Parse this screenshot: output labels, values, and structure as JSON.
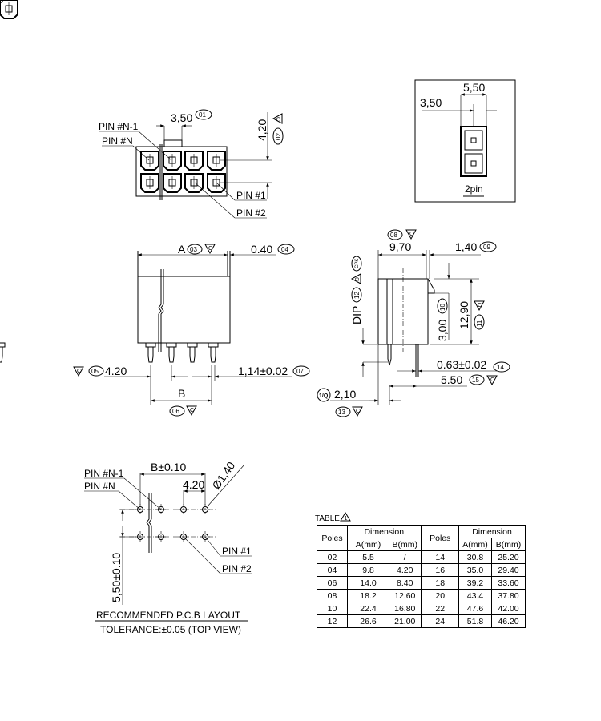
{
  "top_view": {
    "pitch": "3,50",
    "pitch_ref": "01",
    "row_pitch": "4,20",
    "row_pitch_ref": "02",
    "pin_n_minus_1": "PIN #N-1",
    "pin_n": "PIN #N",
    "pin_1": "PIN #1",
    "pin_2": "PIN #2"
  },
  "inset": {
    "width": "5,50",
    "offset": "3,50",
    "label": "2pin"
  },
  "front_view": {
    "a_label": "A",
    "a_ref": "03",
    "gap": "0.40",
    "gap_ref": "04",
    "pitch": "4.20",
    "pitch_ref": "05",
    "pin_width": "1,14±0.02",
    "pin_width_ref": "07",
    "b_label": "B",
    "b_ref": "06"
  },
  "side_view": {
    "depth": "9,70",
    "depth_ref": "08",
    "latch": "1,40",
    "latch_ref": "09",
    "latch_height": "3,00",
    "latch_height_ref": "10",
    "height": "12,90",
    "height_ref": "11",
    "dip": "DIP",
    "dip_ref": "12",
    "cpk": "CPK",
    "pin_sq": "0.63±0.02",
    "pin_sq_ref": "14",
    "pin_offset": "5.50",
    "pin_offset_ref": "15",
    "standoff": "2,10",
    "standoff_ref": "13",
    "q_mark": "1/Q"
  },
  "pcb_layout": {
    "b_tol": "B±0.10",
    "pitch": "4.20",
    "hole": "Ø1,40",
    "row": "5,50±0.10",
    "pin_n_minus_1": "PIN #N-1",
    "pin_n": "PIN #N",
    "pin_1": "PIN #1",
    "pin_2": "PIN #2",
    "title": "RECOMMENDED P.C.B LAYOUT",
    "tolerance": "TOLERANCE:±0.05 (TOP VIEW)"
  },
  "table": {
    "label": "TABLE",
    "note": "1",
    "headers": {
      "poles": "Poles",
      "dimension": "Dimension",
      "a": "A(mm)",
      "b": "B(mm)"
    },
    "rows": [
      {
        "poles": "02",
        "a": "5.5",
        "b": "/",
        "poles2": "14",
        "a2": "30.8",
        "b2": "25.20"
      },
      {
        "poles": "04",
        "a": "9.8",
        "b": "4.20",
        "poles2": "16",
        "a2": "35.0",
        "b2": "29.40"
      },
      {
        "poles": "06",
        "a": "14.0",
        "b": "8.40",
        "poles2": "18",
        "a2": "39.2",
        "b2": "33.60"
      },
      {
        "poles": "08",
        "a": "18.2",
        "b": "12.60",
        "poles2": "20",
        "a2": "43.4",
        "b2": "37.80"
      },
      {
        "poles": "10",
        "a": "22.4",
        "b": "16.80",
        "poles2": "22",
        "a2": "47.6",
        "b2": "42.00"
      },
      {
        "poles": "12",
        "a": "26.6",
        "b": "21.00",
        "poles2": "24",
        "a2": "51.8",
        "b2": "46.20"
      }
    ]
  }
}
